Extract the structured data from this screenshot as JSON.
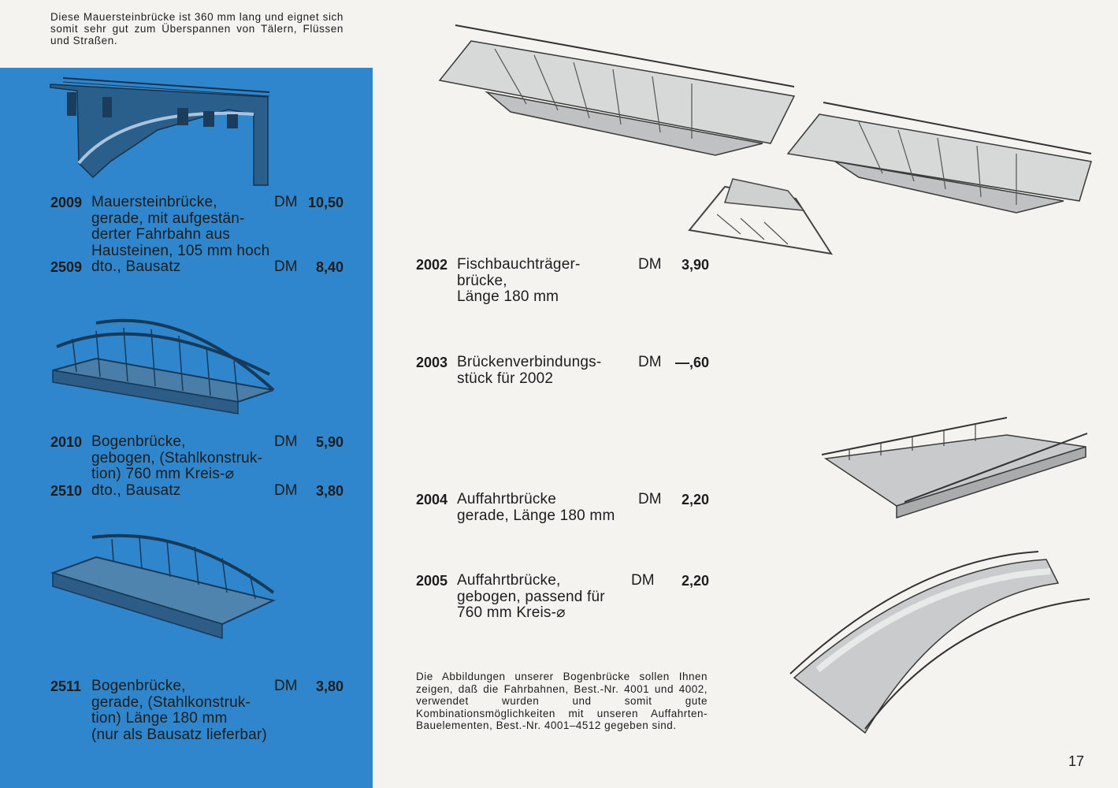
{
  "intro_text": "Diese Mauersteinbrücke ist 360 mm lang und eignet sich somit sehr gut zum Überspannen von Tälern, Flüssen und Straßen.",
  "left_entries": [
    {
      "lines": [
        {
          "code": "2009",
          "text": "Mauersteinbrücke,",
          "currency": "DM",
          "price": "10,50"
        },
        {
          "text": "gerade, mit aufgestän-"
        },
        {
          "text": "derter Fahrbahn aus"
        },
        {
          "text": "Hausteinen, 105 mm hoch"
        },
        {
          "code": "2509",
          "text": "dto., Bausatz",
          "currency": "DM",
          "price": "8,40"
        }
      ]
    },
    {
      "lines": [
        {
          "code": "2010",
          "text": "Bogenbrücke,",
          "currency": "DM",
          "price": "5,90"
        },
        {
          "text": "gebogen, (Stahlkonstruk-"
        },
        {
          "text": "tion) 760 mm Kreis-⌀"
        },
        {
          "code": "2510",
          "text": "dto., Bausatz",
          "currency": "DM",
          "price": "3,80"
        }
      ]
    },
    {
      "lines": [
        {
          "code": "2511",
          "text": "Bogenbrücke,",
          "currency": "DM",
          "price": "3,80"
        },
        {
          "text": "gerade, (Stahlkonstruk-"
        },
        {
          "text": "tion) Länge 180 mm"
        },
        {
          "text": "(nur als Bausatz lieferbar)"
        }
      ]
    }
  ],
  "right_entries": [
    {
      "lines": [
        {
          "code": "2002",
          "text": "Fischbauchträger-",
          "currency": "DM",
          "price": "3,90"
        },
        {
          "text": "brücke,"
        },
        {
          "text": "Länge 180 mm"
        }
      ]
    },
    {
      "lines": [
        {
          "code": "2003",
          "text": "Brückenverbindungs-",
          "currency": "DM",
          "price": "—,60"
        },
        {
          "text": "stück für 2002"
        }
      ]
    },
    {
      "lines": [
        {
          "code": "2004",
          "text": "Auffahrtbrücke",
          "currency": "DM",
          "price": "2,20"
        },
        {
          "text": "gerade, Länge 180 mm"
        }
      ]
    },
    {
      "lines": [
        {
          "code": "2005",
          "text": "Auffahrtbrücke,",
          "currency": "DM",
          "price": "2,20"
        },
        {
          "text": "gebogen, passend für"
        },
        {
          "text": "760 mm Kreis-⌀"
        }
      ]
    }
  ],
  "note_text": "Die Abbildungen unserer Bogenbrücke sollen Ihnen zeigen, daß die Fahrbahnen, Best.-Nr. 4001 und 4002, verwendet wurden und somit gute Kombinationsmöglichkeiten mit unseren Auffahrten-Bauelementen, Best.-Nr. 4001–4512 gegeben sind.",
  "page_number": "17",
  "colors": {
    "panel": "#2f86cc",
    "page": "#f4f3ef",
    "text": "#1d1d1d"
  },
  "icons": [
    "stone-arch-bridge-image",
    "curved-arch-bridge-image",
    "straight-arch-bridge-image",
    "fishbelly-truss-bridge-image",
    "bridge-connector-image",
    "straight-ramp-bridge-image",
    "curved-ramp-bridge-image"
  ]
}
